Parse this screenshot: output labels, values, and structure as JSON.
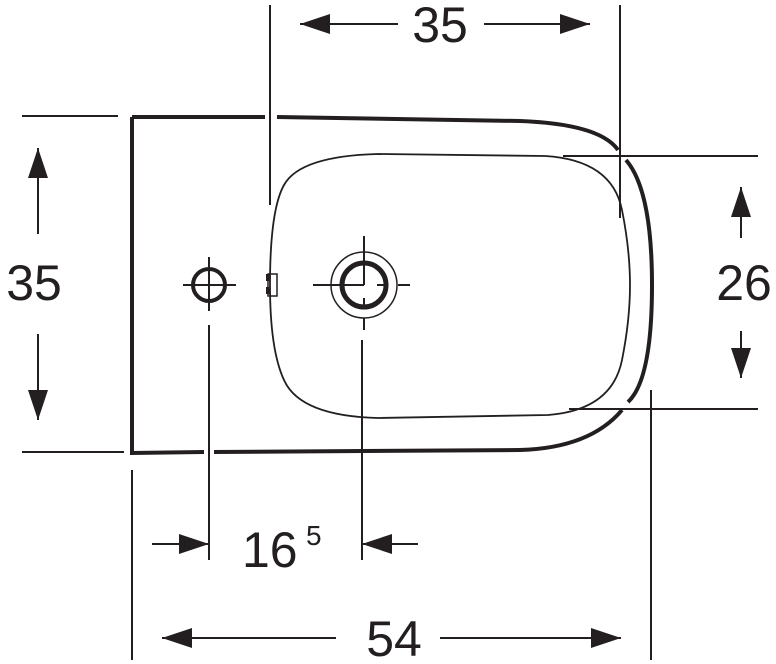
{
  "drawing": {
    "subject": "bidet top view",
    "units": "cm",
    "line_color": "#231f20",
    "background": "#ffffff"
  },
  "dimensions": {
    "top_width": {
      "label": "35"
    },
    "left_height": {
      "label": "35"
    },
    "right_bowl_height": {
      "label": "26"
    },
    "tap_to_drain": {
      "label": "16",
      "superscript": "5"
    },
    "overall_depth": {
      "label": "54"
    }
  },
  "features": [
    {
      "name": "tap-hole",
      "symbol": "circle-with-crosshair"
    },
    {
      "name": "overflow-slot",
      "symbol": "small-rectangle"
    },
    {
      "name": "drain-outlet",
      "symbol": "double-circle-with-crosshair"
    }
  ]
}
